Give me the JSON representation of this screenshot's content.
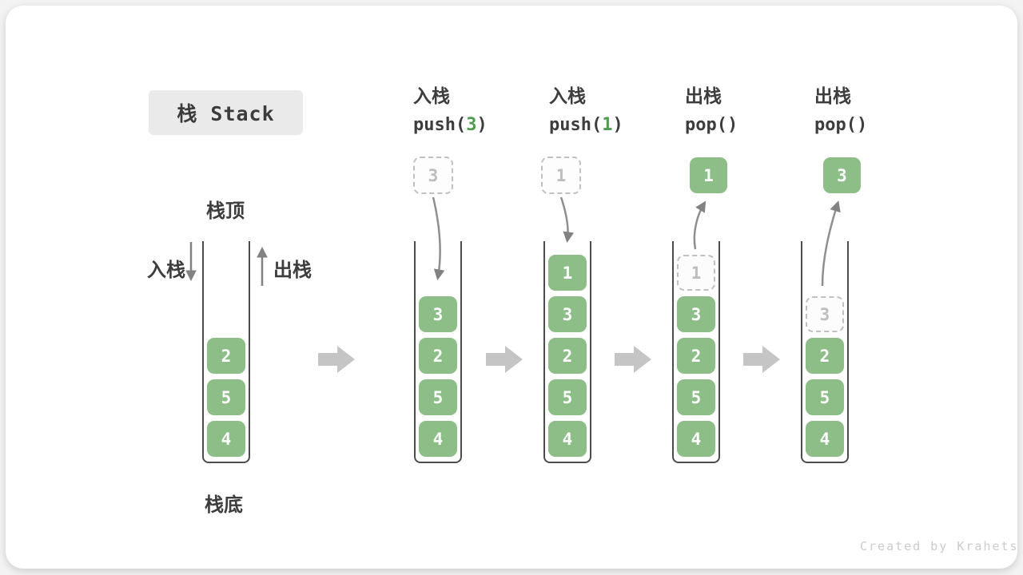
{
  "title": "栈 Stack",
  "watermark": "Created by Krahets",
  "colors": {
    "element_green": "#8dbe88",
    "code_value_green": "#4f9b4f",
    "line_arrow_gray": "#828282",
    "block_arrow_gray": "#c5c5c5",
    "title_box_bg": "#eaeaea",
    "ghost_gray": "#bdbdbd"
  },
  "side_labels": {
    "stack_top": "栈顶",
    "stack_bottom": "栈底",
    "push": "入栈",
    "pop": "出栈"
  },
  "operations": [
    {
      "label": "入栈",
      "code_open": "push(",
      "arg": "3",
      "code_close": ")"
    },
    {
      "label": "入栈",
      "code_open": "push(",
      "arg": "1",
      "code_close": ")"
    },
    {
      "label": "出栈",
      "code_open": "pop(",
      "arg": "",
      "code_close": ")"
    },
    {
      "label": "出栈",
      "code_open": "pop(",
      "arg": "",
      "code_close": ")"
    }
  ],
  "floating": [
    {
      "value": "3",
      "style": "dashed"
    },
    {
      "value": "1",
      "style": "dashed"
    },
    {
      "value": "1",
      "style": "solid"
    },
    {
      "value": "3",
      "style": "solid"
    }
  ],
  "stacks": [
    {
      "elements": [
        "2",
        "5",
        "4"
      ]
    },
    {
      "elements": [
        "3",
        "2",
        "5",
        "4"
      ]
    },
    {
      "elements": [
        "1",
        "3",
        "2",
        "5",
        "4"
      ]
    },
    {
      "ghost": "1",
      "elements": [
        "3",
        "2",
        "5",
        "4"
      ]
    },
    {
      "ghost": "3",
      "elements": [
        "2",
        "5",
        "4"
      ]
    }
  ]
}
